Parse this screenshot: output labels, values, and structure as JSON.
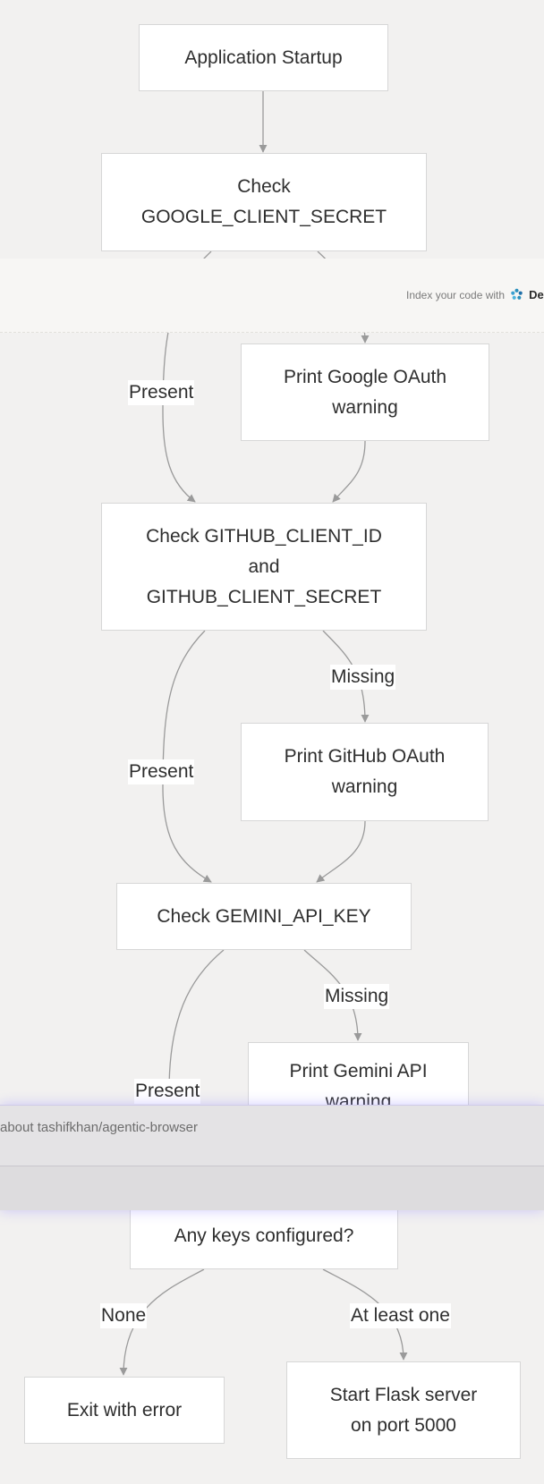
{
  "nodes": {
    "startup": "Application Startup",
    "check_google_l1": "Check",
    "check_google_l2": "GOOGLE_CLIENT_SECRET",
    "print_google_l1": "Print Google OAuth",
    "print_google_l2": "warning",
    "check_github_l1": "Check GITHUB_CLIENT_ID",
    "check_github_l2": "and",
    "check_github_l3": "GITHUB_CLIENT_SECRET",
    "print_github_l1": "Print GitHub OAuth",
    "print_github_l2": "warning",
    "check_gemini": "Check GEMINI_API_KEY",
    "print_gemini_l1": "Print Gemini API",
    "print_gemini_l2": "warning",
    "any_keys": "Any keys configured?",
    "exit_error": "Exit with error",
    "start_flask_l1": "Start Flask server",
    "start_flask_l2": "on port 5000"
  },
  "edge_labels": {
    "google_present": "Present",
    "github_missing": "Missing",
    "github_present": "Present",
    "gemini_missing": "Missing",
    "gemini_present": "Present",
    "none": "None",
    "at_least_one": "At least one"
  },
  "overlay": {
    "index_text": "Index your code with",
    "brand_text": "De"
  },
  "chat": {
    "prompt_text": "about tashifkhan/agentic-browser"
  },
  "colors": {
    "background": "#f2f1f0",
    "node_fill": "#ffffff",
    "node_border": "#d7d7d7",
    "edge": "#9a9a9a",
    "chat_glow": "#968cff"
  }
}
